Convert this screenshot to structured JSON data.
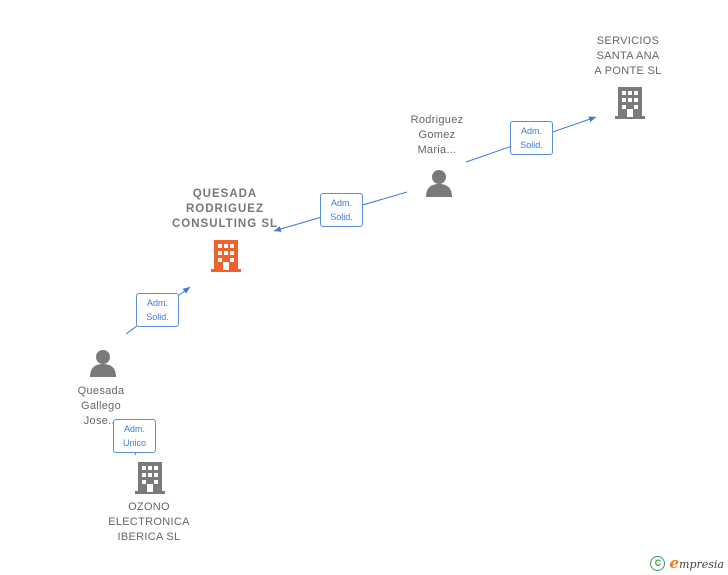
{
  "nodes": {
    "servicios": {
      "lines": [
        "SERVICIOS",
        "SANTA ANA",
        "A PONTE SL"
      ],
      "type": "company"
    },
    "rodriguez": {
      "lines": [
        "Rodriguez",
        "Gomez",
        "Maria..."
      ],
      "type": "person"
    },
    "quesada_consulting": {
      "lines": [
        "QUESADA",
        "RODRIGUEZ",
        "CONSULTING SL"
      ],
      "type": "company-main"
    },
    "quesada_gallego": {
      "lines": [
        "Quesada",
        "Gallego",
        "Jose..."
      ],
      "type": "person"
    },
    "ozono": {
      "lines": [
        "OZONO",
        "ELECTRONICA",
        "IBERICA SL"
      ],
      "type": "company"
    }
  },
  "edges": [
    {
      "label": [
        "Adm.",
        "Solid."
      ]
    },
    {
      "label": [
        "Adm.",
        "Solid."
      ]
    },
    {
      "label": [
        "Adm.",
        "Solid."
      ]
    },
    {
      "label": [
        "Adm.",
        "Unico"
      ]
    }
  ],
  "colors": {
    "edge": "#3d7ad6",
    "company_icon": "#7a7a7a",
    "main_company_icon": "#f0622d",
    "person_icon": "#7a7a7a"
  },
  "icons": {
    "company": "building-icon",
    "person": "person-icon"
  },
  "footer": {
    "symbol": "C",
    "brand_first": "e",
    "brand_rest": "mpresia"
  }
}
